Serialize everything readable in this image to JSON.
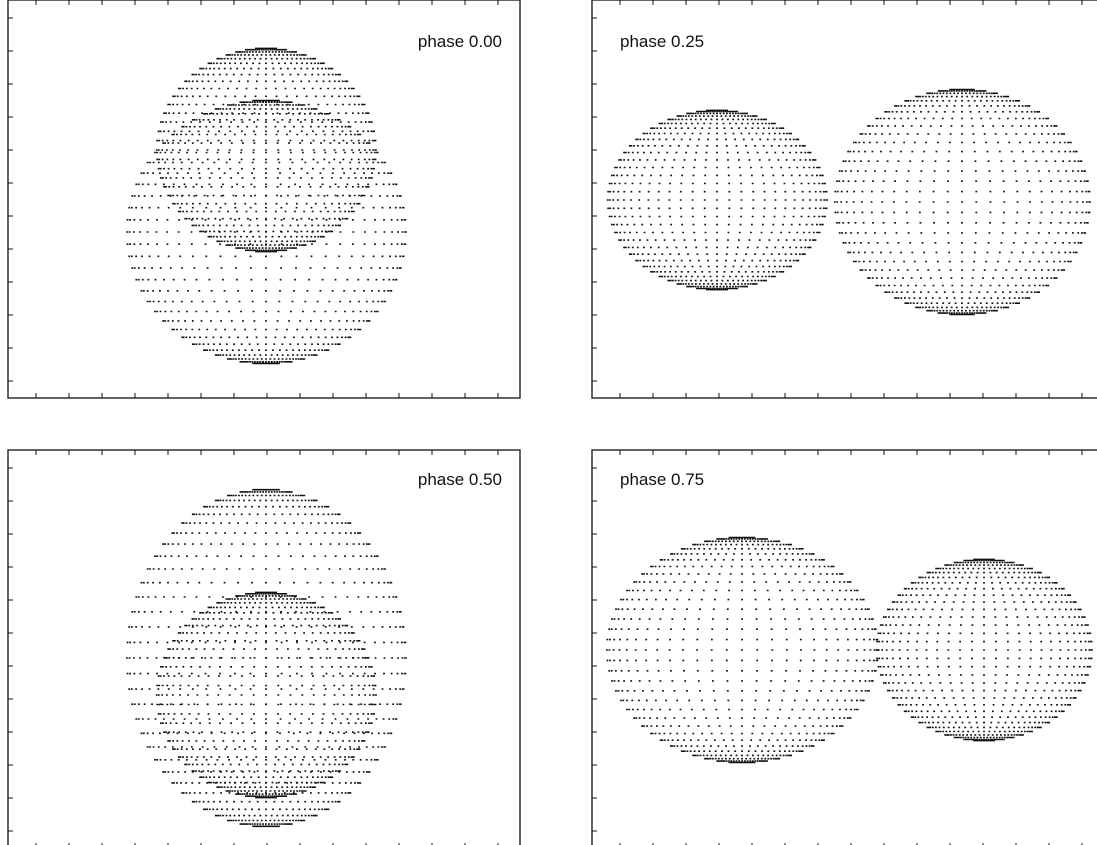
{
  "colors": {
    "dots": "#111111",
    "frame": "#111111",
    "background": "#ffffff"
  },
  "panels": [
    {
      "label": "phase 0.00",
      "phase": 0.0,
      "label_align": "right"
    },
    {
      "label": "phase 0.25",
      "phase": 0.25,
      "label_align": "left"
    },
    {
      "label": "phase 0.50",
      "phase": 0.5,
      "label_align": "right"
    },
    {
      "label": "phase 0.75",
      "phase": 0.75,
      "label_align": "left"
    }
  ]
}
